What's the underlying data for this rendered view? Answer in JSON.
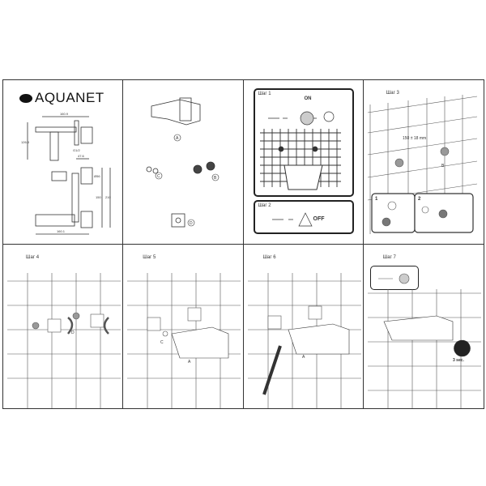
{
  "brand": {
    "name": "AQUANET"
  },
  "dimensions": {
    "top_width": "160.9",
    "height": "126.3",
    "offset": "47.6",
    "thread": "G1/2",
    "diameter": "Ø56",
    "center": "150",
    "range": "210",
    "bottom_width": "160.1"
  },
  "parts": {
    "a": "A",
    "b": "B",
    "c": "C",
    "d": "D"
  },
  "steps": {
    "s1": "Шаг 1",
    "s2": "Шаг 2",
    "s3": "Шаг 3",
    "s4": "Шаг 4",
    "s5": "Шаг 5",
    "s6": "Шаг 6",
    "s7": "Шаг 7"
  },
  "labels": {
    "on": "ON",
    "off": "OFF",
    "distance": "150 ± 18 mm",
    "n1": "1",
    "n2": "2",
    "time": "3 sec."
  }
}
